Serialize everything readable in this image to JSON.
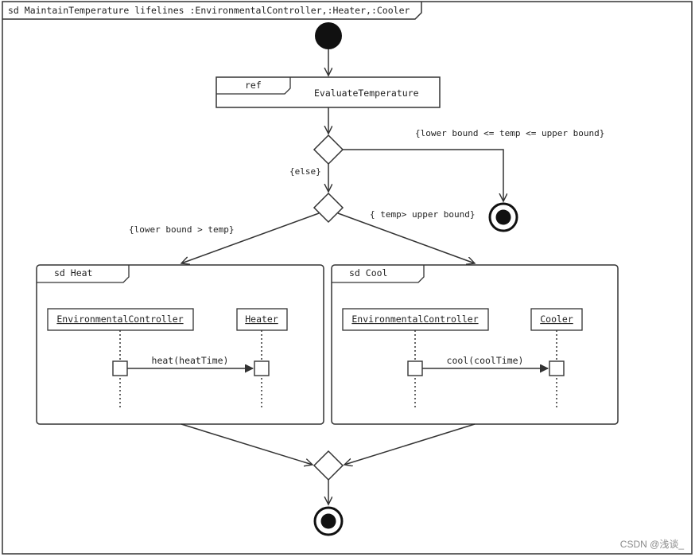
{
  "frame": {
    "title": "sd MaintainTemperature lifelines :EnvironmentalController,:Heater,:Cooler"
  },
  "ref_fragment": {
    "keyword": "ref",
    "name": "EvaluateTemperature"
  },
  "guards": {
    "in_range": "{lower bound <= temp <= upper bound}",
    "else": "{else}",
    "too_cold": "{lower bound > temp}",
    "too_hot": "{ temp> upper bound}"
  },
  "heat_frame": {
    "title": "sd Heat",
    "lifeline_left": "EnvironmentalController",
    "lifeline_right": "Heater",
    "message": "heat(heatTime)"
  },
  "cool_frame": {
    "title": "sd Cool",
    "lifeline_left": "EnvironmentalController",
    "lifeline_right": "Cooler",
    "message": "cool(coolTime)"
  },
  "watermark": "CSDN @浅谈_",
  "colors": {
    "stroke": "#333333",
    "fill": "#ffffff",
    "node": "#111111"
  }
}
